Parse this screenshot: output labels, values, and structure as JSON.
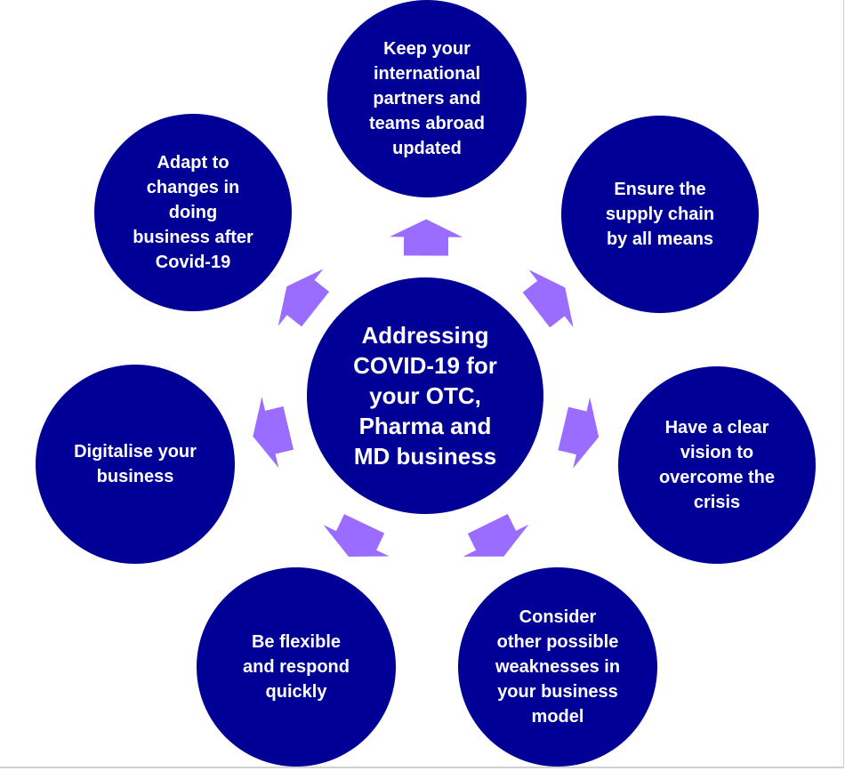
{
  "center": {
    "label": "Addressing\nCOVID-19 for\nyour OTC,\nPharma and\nMD business"
  },
  "nodes": [
    {
      "id": "top",
      "label": "Keep your\ninternational\npartners and\nteams abroad\nupdated"
    },
    {
      "id": "top-right",
      "label": "Ensure the\nsupply chain\nby all means"
    },
    {
      "id": "right",
      "label": "Have a clear\nvision to\novercome the\ncrisis"
    },
    {
      "id": "bottom-right",
      "label": "Consider\nother possible\nweaknesses in\nyour business\nmodel"
    },
    {
      "id": "bottom-left",
      "label": "Be flexible\nand respond\nquickly"
    },
    {
      "id": "left",
      "label": "Digitalise your\nbusiness"
    },
    {
      "id": "top-left",
      "label": "Adapt to\nchanges in\ndoing\nbusiness after\nCovid-19"
    }
  ],
  "colors": {
    "circle": "#000096",
    "arrow": "#9a6cff",
    "text": "#ffffff"
  }
}
